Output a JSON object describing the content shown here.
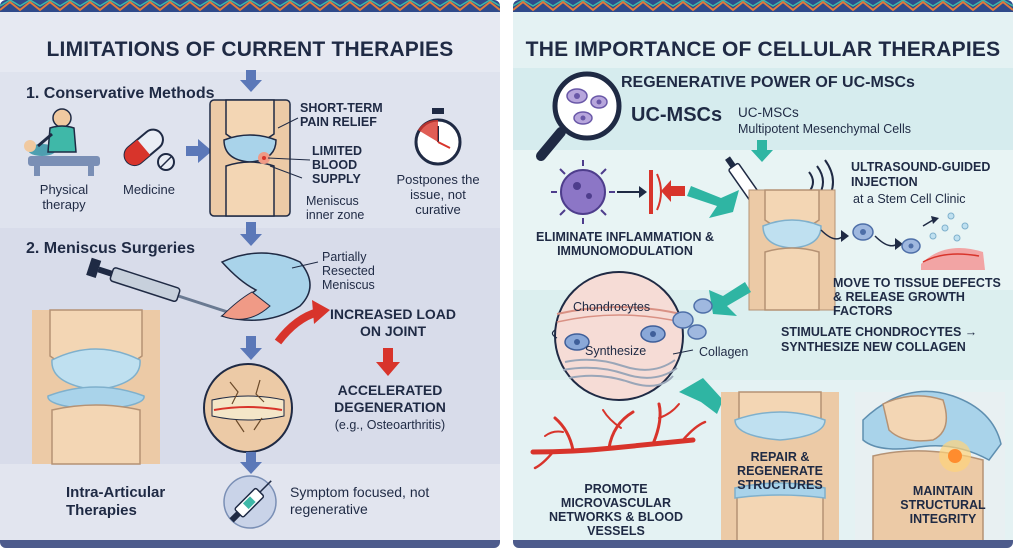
{
  "left": {
    "title": "LIMITATIONS OF CURRENT THERAPIES",
    "section1": "1. Conservative Methods",
    "physical_therapy": "Physical therapy",
    "medicine": "Medicine",
    "short_term_relief": "SHORT-TERM PAIN RELIEF",
    "limited_blood_supply": "LIMITED BLOOD SUPPLY",
    "meniscus_inner_zone": "Meniscus inner zone",
    "postpones": "Postpones the issue, not curative",
    "section2": "2. Meniscus Surgeries",
    "partially_resected": "Partially Resected Meniscus",
    "increased_load": "INCREASED LOAD ON JOINT",
    "accelerated": "ACCELERATED DEGENERATION",
    "osteoarthritis": "(e.g., Osteoarthritis)",
    "intra_articular": "Intra-Articular Therapies",
    "symptom_focused": "Symptom focused, not regenerative"
  },
  "right": {
    "title": "THE IMPORTANCE OF CELLULAR THERAPIES",
    "regenerative_power": "REGENERATIVE POWER OF UC-MSCs",
    "ucmsc_big": "UC-MSCs",
    "ucmsc_small": "UC-MSCs",
    "multipotent": "Multipotent Mesenchymal Cells",
    "eliminate": "ELIMINATE INFLAMMATION & IMMUNOMODULATION",
    "ultrasound": "ULTRASOUND-GUIDED INJECTION",
    "stem_clinic": "at a Stem Cell Clinic",
    "move_to_defects": "MOVE TO TISSUE DEFECTS & RELEASE GROWTH FACTORS",
    "chondrocytes": "Chondrocytes",
    "synthesize": "Synthesize",
    "collagen": "Collagen",
    "stimulate": "STIMULATE CHONDROCYTES → SYNTHESIZE NEW COLLAGEN",
    "promote": "PROMOTE MICROVASCULAR NETWORKS & BLOOD VESSELS",
    "repair": "REPAIR & REGENERATE STRUCTURES",
    "maintain": "MAINTAIN STRUCTURAL INTEGRITY"
  },
  "colors": {
    "navy": "#1f2a44",
    "left_bg": "#e6e9f2",
    "right_bg": "#e4f2f3",
    "arrow_blue": "#5b78b8",
    "arrow_teal": "#2fb5a3",
    "alert_red": "#d8342b",
    "cartilage": "#a9d3ea",
    "bone": "#f3d6b4"
  }
}
